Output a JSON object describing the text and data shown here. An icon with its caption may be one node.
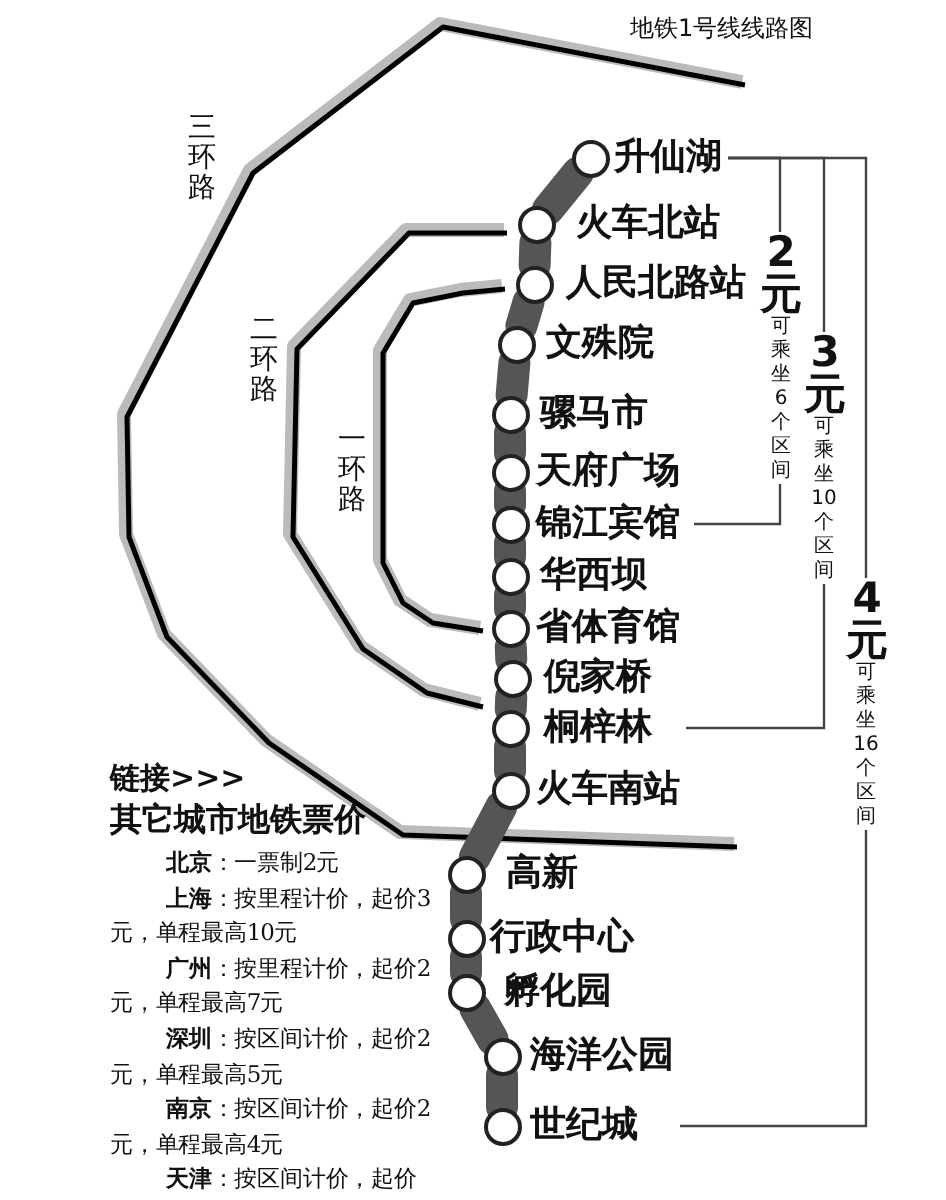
{
  "diagram": {
    "nodes": [
      {
        "text": [],
        "shape": "circle",
        "beside": [
          "升仙湖"
        ]
      },
      {
        "text": [],
        "shape": "circle",
        "beside": [
          "火车北站"
        ]
      },
      {
        "text": [],
        "shape": "circle",
        "beside": [
          "人民北路站"
        ]
      },
      {
        "text": [],
        "shape": "circle",
        "beside": [
          "文殊院"
        ]
      },
      {
        "text": [],
        "shape": "circle",
        "beside": [
          "骡马市"
        ]
      },
      {
        "text": [],
        "shape": "circle",
        "beside": [
          "天府广场"
        ]
      },
      {
        "text": [],
        "shape": "circle",
        "beside": [
          "锦江宾馆"
        ]
      },
      {
        "text": [],
        "shape": "circle",
        "beside": [
          "华西坝"
        ]
      },
      {
        "text": [],
        "shape": "circle",
        "beside": [
          "省体育馆"
        ]
      },
      {
        "text": [],
        "shape": "circle",
        "beside": [
          "倪家桥"
        ]
      },
      {
        "text": [],
        "shape": "circle",
        "beside": [
          "桐梓林"
        ]
      },
      {
        "text": [],
        "shape": "circle",
        "beside": [
          "火车南站"
        ]
      },
      {
        "text": [],
        "shape": "circle",
        "beside": [
          "高新"
        ]
      },
      {
        "text": [],
        "shape": "circle",
        "beside": [
          "行政中心"
        ]
      },
      {
        "text": [],
        "shape": "circle",
        "beside": [
          "孵化园"
        ]
      },
      {
        "text": [],
        "shape": "circle",
        "beside": [
          "海洋公园"
        ]
      },
      {
        "text": [],
        "shape": "circle",
        "beside": [
          "世纪城"
        ]
      }
    ],
    "edges": [
      {
        "from": 0,
        "to": 1,
        "arrow": "none"
      },
      {
        "from": 1,
        "to": 2,
        "arrow": "none"
      },
      {
        "from": 2,
        "to": 3,
        "arrow": "none"
      },
      {
        "from": 3,
        "to": 4,
        "arrow": "none"
      },
      {
        "from": 4,
        "to": 5,
        "arrow": "none"
      },
      {
        "from": 5,
        "to": 6,
        "arrow": "none"
      },
      {
        "from": 6,
        "to": 7,
        "arrow": "none"
      },
      {
        "from": 7,
        "to": 8,
        "arrow": "none"
      },
      {
        "from": 8,
        "to": 9,
        "arrow": "none"
      },
      {
        "from": 9,
        "to": 10,
        "arrow": "none"
      },
      {
        "from": 10,
        "to": 11,
        "arrow": "none"
      },
      {
        "from": 11,
        "to": 12,
        "arrow": "none"
      },
      {
        "from": 12,
        "to": 13,
        "arrow": "none"
      },
      {
        "from": 13,
        "to": 14,
        "arrow": "none"
      },
      {
        "from": 14,
        "to": 15,
        "arrow": "none"
      },
      {
        "from": 15,
        "to": 16,
        "arrow": "none"
      }
    ],
    "labels": [
      "地铁1号线线路图",
      "三环路",
      "二环路",
      "一环路",
      "2元",
      "可乘坐6个区间",
      "3元",
      "可乘坐10个区间",
      "4元",
      "可乘坐16个区间",
      "链接>>>",
      "其它城市地铁票价",
      "**北京**：一票制2元",
      "**上海**：按里程计价，起价3元，单程最高10元",
      "**广州**：按里程计价，起价2元，单程最高7元",
      "**深圳**：按区间计价，起价2元，单程最高5元",
      "**南京**：按区间计价，起价2元，单程最高4元",
      "**天津**：按区间计价，起价"
    ]
  }
}
